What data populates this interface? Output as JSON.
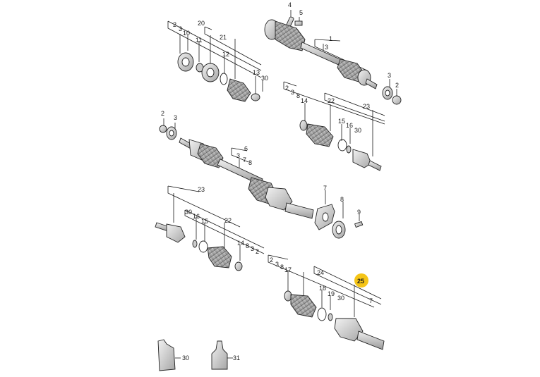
{
  "colors": {
    "highlight": "#f5c518",
    "outline": "#222222",
    "part_light": "#e6e6e6",
    "part_mid": "#bdbdbd",
    "part_dark": "#8a8a8a"
  },
  "labels": {
    "l_20": "20",
    "l_21": "21",
    "l_2a": "2",
    "l_3a": "3",
    "l_10": "10",
    "l_11": "11",
    "l_12": "12",
    "l_13": "13",
    "l_30a": "30",
    "l_4": "4",
    "l_5": "5",
    "l_1": "1",
    "l_3b": "3",
    "l_3c": "3",
    "l_2b": "2",
    "l_2c": "2",
    "l_3d": "3",
    "l_8a": "8",
    "l_14a": "14",
    "l_22a": "22",
    "l_23a": "23",
    "l_15a": "15",
    "l_16a": "16",
    "l_30b": "30",
    "l_2d": "2",
    "l_3e": "3",
    "l_6": "6",
    "l_3f": "3",
    "l_7a": "7",
    "l_8b": "8",
    "l_7b": "7",
    "l_8c": "8",
    "l_9": "9",
    "l_23b": "23",
    "l_30c": "30",
    "l_16b": "16",
    "l_15b": "15",
    "l_22b": "22",
    "l_14b": "14",
    "l_8d": "8",
    "l_3g": "3",
    "l_2e": "2",
    "l_2f": "2",
    "l_3h": "3",
    "l_8e": "8",
    "l_17": "17",
    "l_24": "24",
    "l_25": "25",
    "l_7c": "7",
    "l_18": "18",
    "l_19": "19",
    "l_30d": "30",
    "l_30e": "30",
    "l_31": "31"
  },
  "icons": {
    "grease_tube": "grease-tube-icon",
    "grease_bottle": "grease-bottle-icon"
  }
}
